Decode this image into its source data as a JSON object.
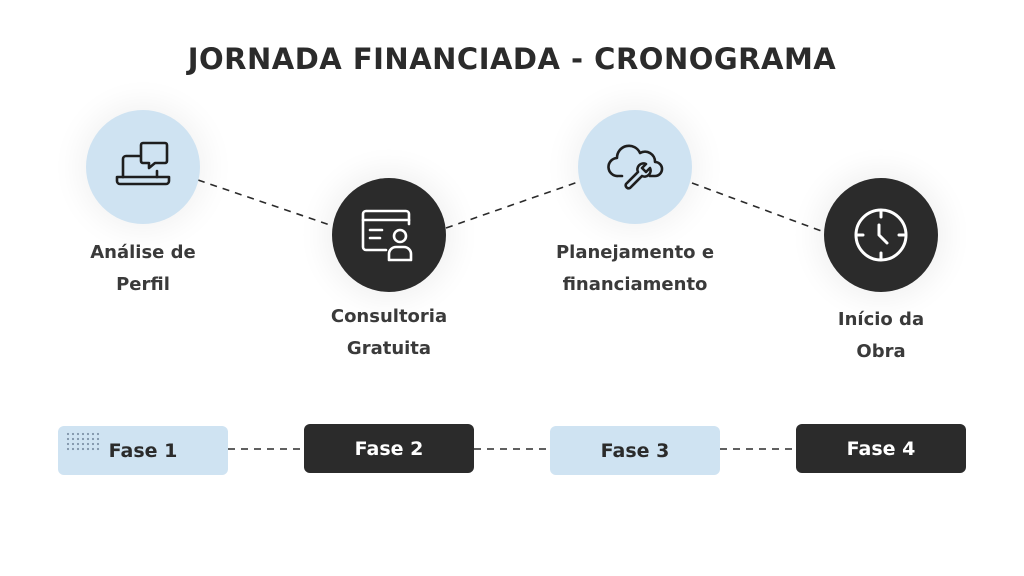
{
  "title": "JORNADA FINANCIADA - CRONOGRAMA",
  "steps": [
    {
      "label_line1": "Análise de",
      "label_line2": "Perfil",
      "icon": "laptop-chat-icon",
      "style": "light"
    },
    {
      "label_line1": "Consultoria",
      "label_line2": "Gratuita",
      "icon": "id-card-user-icon",
      "style": "dark"
    },
    {
      "label_line1": "Planejamento e",
      "label_line2": "financiamento",
      "icon": "cloud-wrench-icon",
      "style": "light"
    },
    {
      "label_line1": "Início da",
      "label_line2": "Obra",
      "icon": "clock-icon",
      "style": "dark"
    }
  ],
  "phases": [
    {
      "label": "Fase 1",
      "style": "light"
    },
    {
      "label": "Fase 2",
      "style": "dark"
    },
    {
      "label": "Fase 3",
      "style": "light"
    },
    {
      "label": "Fase 4",
      "style": "dark"
    }
  ],
  "colors": {
    "light": "#cfe3f2",
    "dark": "#2b2b2b",
    "text": "#2b2b2b"
  }
}
